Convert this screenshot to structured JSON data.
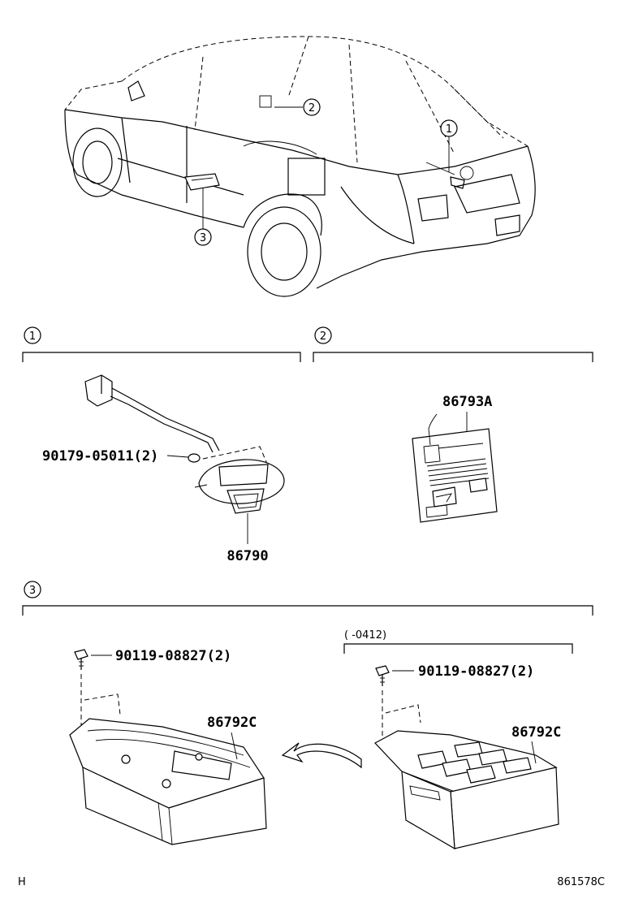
{
  "callouts": {
    "c1": "1",
    "c2": "2",
    "c3": "3"
  },
  "sections": {
    "s1": {
      "number": "1",
      "bolt_part": "90179-05011(2)",
      "lamp_part": "86790"
    },
    "s2": {
      "number": "2",
      "label_part": "86793A"
    },
    "s3": {
      "number": "3",
      "date_range": "(      -0412)",
      "left_bolt_part": "90119-08827(2)",
      "left_lamp_part": "86792C",
      "right_bolt_part": "90119-08827(2)",
      "right_lamp_part": "86792C"
    }
  },
  "footer": {
    "left_code": "H",
    "right_code": "861578C"
  }
}
